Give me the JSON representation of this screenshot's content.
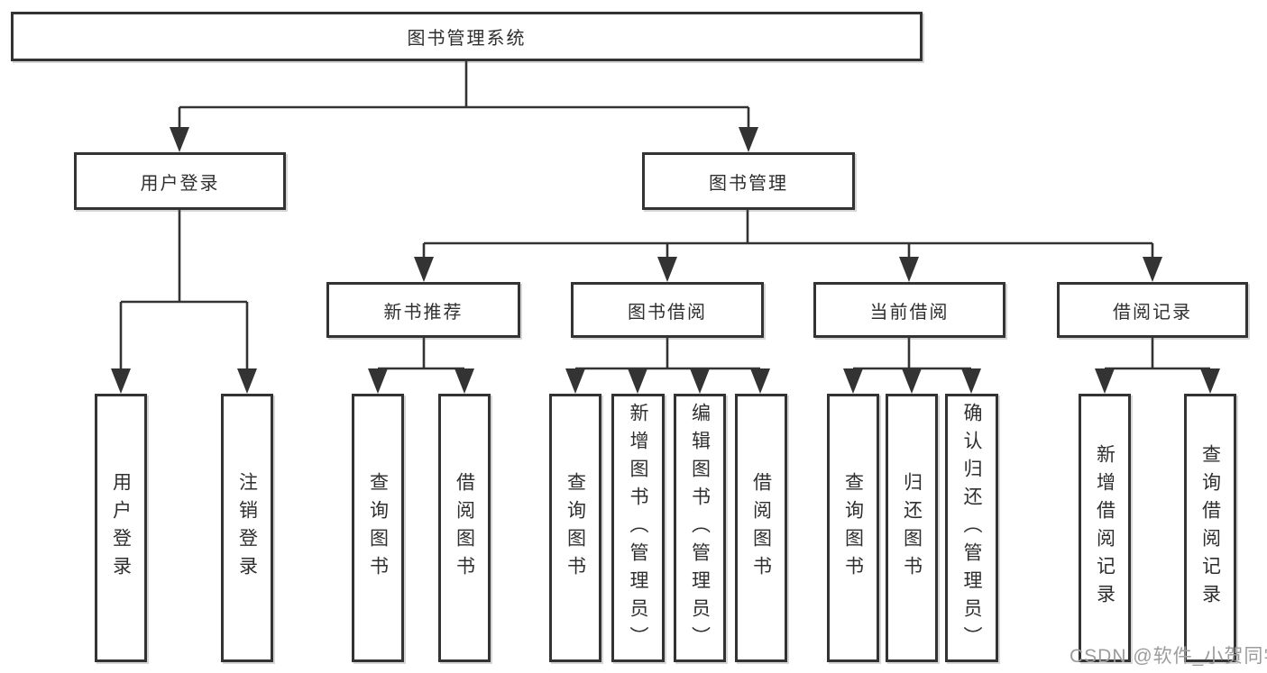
{
  "colors": {
    "line": "#333333",
    "text": "#2f2f2f",
    "watermark": "#9c9c9c",
    "bg": "#ffffff"
  },
  "nodes": {
    "root": "图书管理系统",
    "user_login": "用户登录",
    "book_mgmt": "图书管理",
    "leaf_user_login": "用户登录",
    "leaf_logout": "注销登录",
    "new_book_rec": "新书推荐",
    "book_borrow": "图书借阅",
    "current_borrow": "当前借阅",
    "borrow_records": "借阅记录",
    "rec_query_books": "查询图书",
    "rec_borrow_books": "借阅图书",
    "bor_query_books": "查询图书",
    "bor_add_books": "新增图书（管理员）",
    "bor_edit_books": "编辑图书（管理员）",
    "bor_borrow_books": "借阅图书",
    "cur_query_books": "查询图书",
    "cur_return_books": "归还图书",
    "cur_confirm_return": "确认归还（管理员）",
    "recs_add_record": "新增借阅记录",
    "recs_query_record": "查询借阅记录"
  },
  "watermark": "CSDN @软件_小贺同学"
}
